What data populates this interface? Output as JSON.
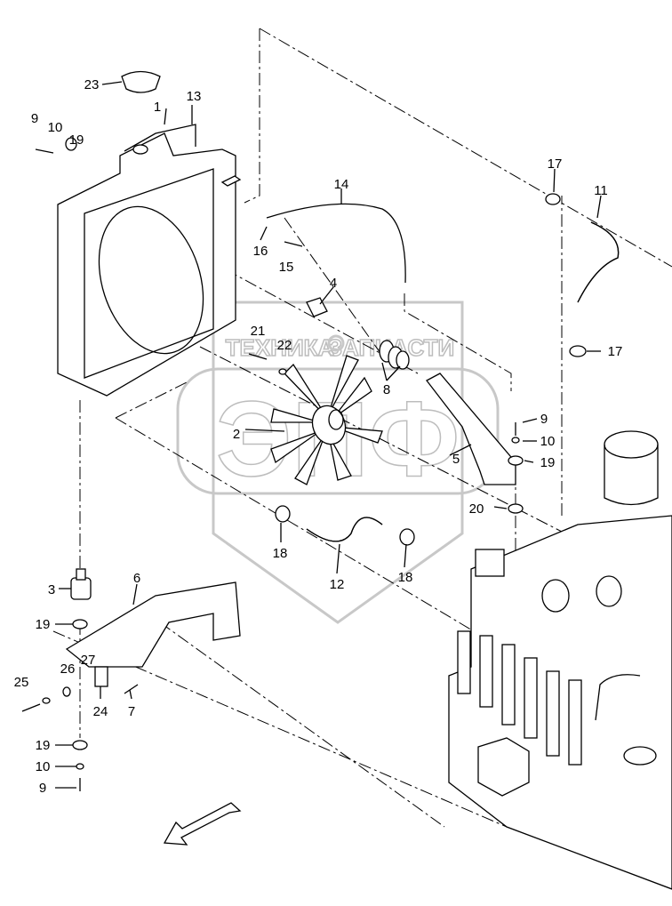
{
  "watermark": {
    "left": "ТЕХНИКА",
    "right": "ЗАПЧАСТИ",
    "logo": "ЭПФ",
    "gear_icon": "gear-icon"
  },
  "labels": [
    "23",
    "13",
    "1",
    "9",
    "10",
    "19",
    "14",
    "17",
    "11",
    "16",
    "15",
    "4",
    "21",
    "22",
    "8",
    "17",
    "9",
    "10",
    "19",
    "5",
    "2",
    "20",
    "18",
    "12",
    "18",
    "3",
    "6",
    "19",
    "27",
    "26",
    "25",
    "24",
    "7",
    "19",
    "10",
    "9"
  ],
  "front_arrow_icon": "arrow-down-left-icon"
}
